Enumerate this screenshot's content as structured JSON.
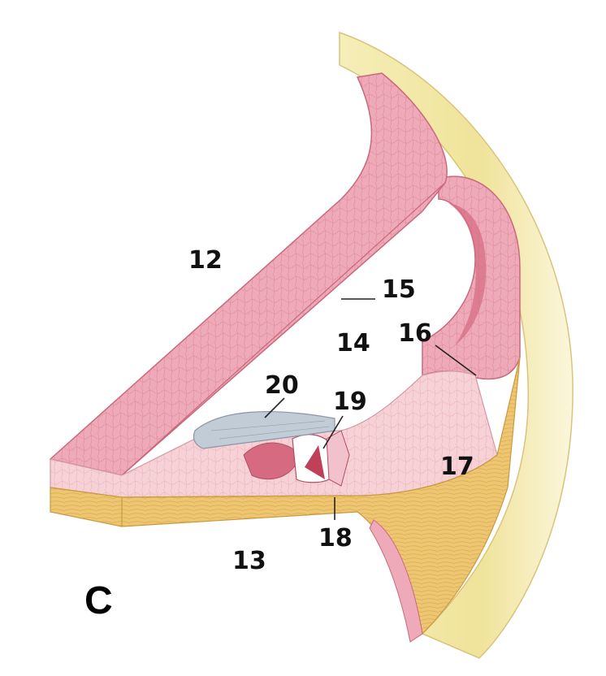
{
  "panel_letter": "C",
  "labels": {
    "l12": "12",
    "l13": "13",
    "l14": "14",
    "l15": "15",
    "l16": "16",
    "l17": "17",
    "l18": "18",
    "l19": "19",
    "l20": "20"
  },
  "colors": {
    "membrane_pink": "#eeaab8",
    "membrane_pink_dark": "#d66a80",
    "tissue_light_pink": "#f6d2d6",
    "nerve_yellow": "#eec672",
    "bone_pale_yellow": "#f3e9a9",
    "tectorial_blue_grey": "#c2ccd6",
    "label_text": "#111111"
  }
}
